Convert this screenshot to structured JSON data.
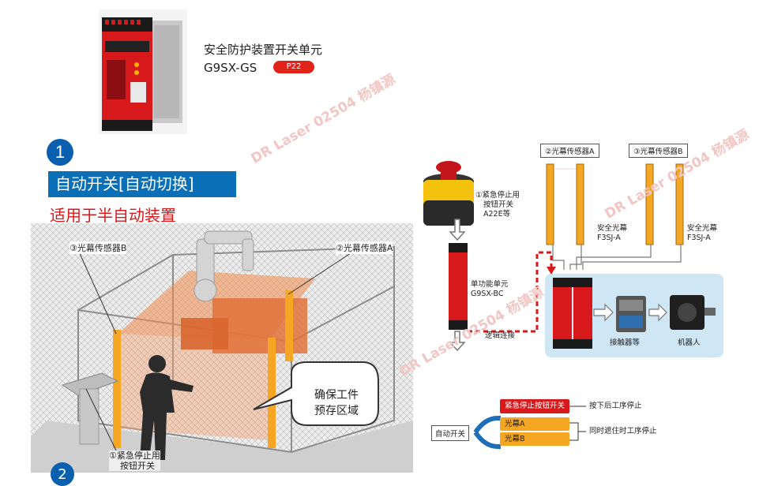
{
  "product": {
    "title": "安全防护装置开关单元",
    "model": "G9SX-GS",
    "page_badge": "P22"
  },
  "section": {
    "number": "1",
    "heading": "自动开关[自动切换]",
    "subheading": "适用于半自动装置"
  },
  "illustration": {
    "label_sensor_b": "③光幕传感器B",
    "label_sensor_a": "②光幕传感器A",
    "bubble_line1": "确保工件",
    "bubble_line2": "预存区域",
    "label_estop_line1": "①紧急停止用",
    "label_estop_line2": "按钮开关",
    "next_number": "2"
  },
  "diagram": {
    "estop_line1": "①紧急停止用",
    "estop_line2": "按钮开关",
    "estop_line3": "A22E等",
    "sensor_a_tag": "②光幕传感器A",
    "sensor_b_tag": "③光幕传感器B",
    "curtain_a_line1": "安全光幕",
    "curtain_a_line2": "F3SJ-A",
    "curtain_b_line1": "安全光幕",
    "curtain_b_line2": "F3SJ-A",
    "unit_line1": "单功能单元",
    "unit_line2": "G9SX-BC",
    "logic_link": "逻辑连接",
    "contactor": "接触器等",
    "robot": "机器人"
  },
  "legend": {
    "auto_switch": "自动开关",
    "estop_btn": "紧急停止按钮开关",
    "estop_desc": "按下后工序停止",
    "curtain_a": "光幕A",
    "curtain_b": "光幕B",
    "curtain_desc": "同时遮住时工序停止"
  },
  "watermark": "DR Laser 02504 杨镇源",
  "colors": {
    "section_blue": "#0a6fb7",
    "accent_red": "#d7191c",
    "curtain_yellow": "#f5a623",
    "panel_blue": "#cfe6f5"
  }
}
